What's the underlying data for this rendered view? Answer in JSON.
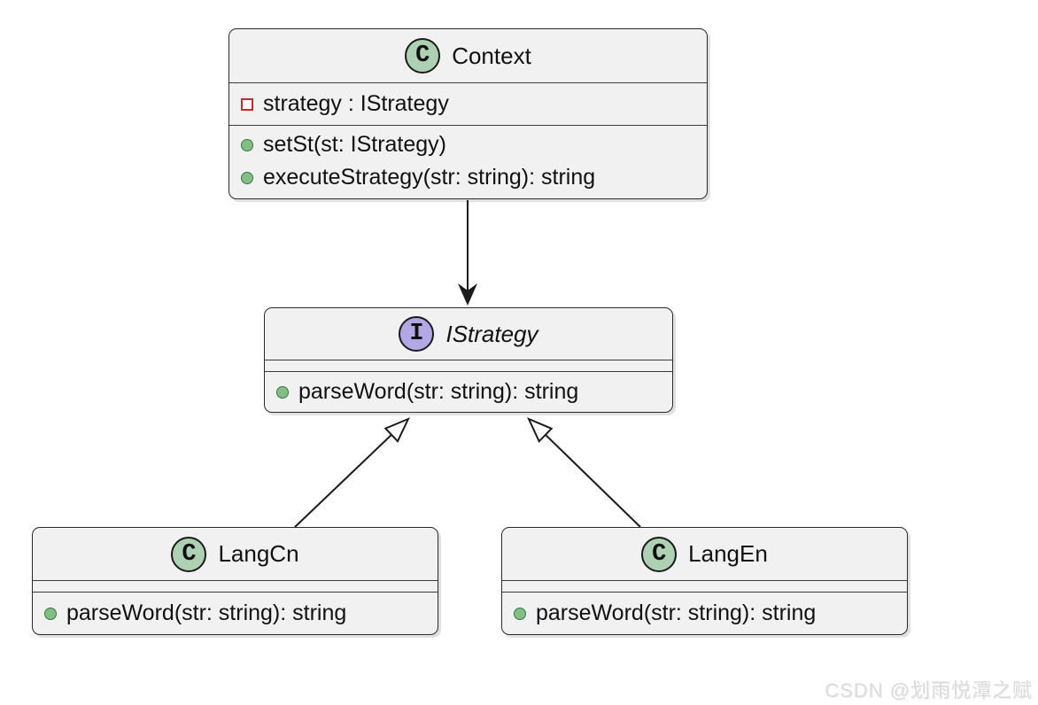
{
  "diagram": {
    "classes": [
      {
        "badge": "C",
        "badge_type": "class",
        "name": "Context",
        "fields": [
          {
            "visibility": "private",
            "text": "strategy : IStrategy"
          }
        ],
        "methods": [
          {
            "visibility": "public",
            "text": "setSt(st: IStrategy)"
          },
          {
            "visibility": "public",
            "text": "executeStrategy(str: string): string"
          }
        ]
      },
      {
        "badge": "I",
        "badge_type": "interface",
        "name": "IStrategy",
        "fields": [],
        "methods": [
          {
            "visibility": "public",
            "text": "parseWord(str: string): string"
          }
        ]
      },
      {
        "badge": "C",
        "badge_type": "class",
        "name": "LangCn",
        "fields": [],
        "methods": [
          {
            "visibility": "public",
            "text": "parseWord(str: string): string"
          }
        ]
      },
      {
        "badge": "C",
        "badge_type": "class",
        "name": "LangEn",
        "fields": [],
        "methods": [
          {
            "visibility": "public",
            "text": "parseWord(str: string): string"
          }
        ]
      }
    ],
    "relations": [
      {
        "from": "Context",
        "to": "IStrategy",
        "type": "directed-association"
      },
      {
        "from": "LangCn",
        "to": "IStrategy",
        "type": "realization"
      },
      {
        "from": "LangEn",
        "to": "IStrategy",
        "type": "realization"
      }
    ]
  },
  "watermark": {
    "text": "CSDN @划雨悦潭之赋"
  },
  "colors": {
    "canvas_bg": "#ffffff",
    "box_fill": "#f1f1f2",
    "box_border": "#2b2b2b",
    "class_badge_fill": "#add1b2",
    "interface_badge_fill": "#b4a7e5",
    "public_method_fill": "#84be84",
    "private_field_border": "#c82930",
    "arrow_color": "#1b1b1b",
    "watermark_color": "#dbdbdb"
  }
}
